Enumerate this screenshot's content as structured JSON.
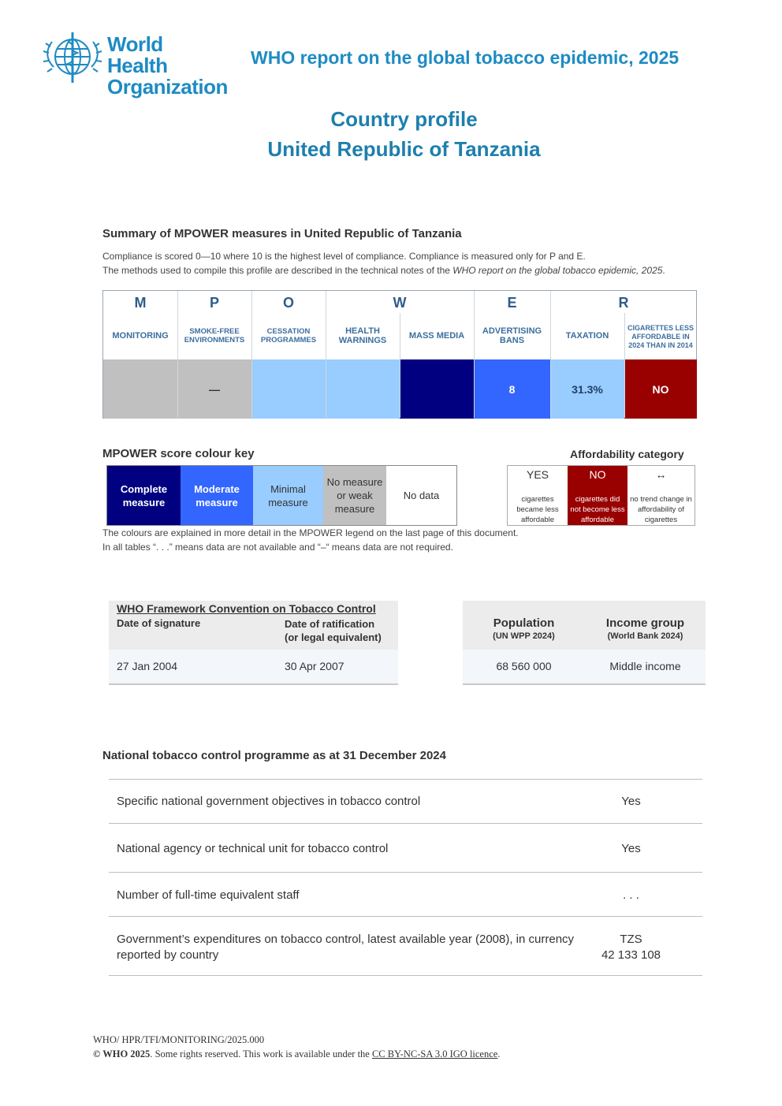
{
  "header": {
    "logo_text_line1": "World Health",
    "logo_text_line2": "Organization",
    "report_title": "WHO report on the global tobacco epidemic, 2025",
    "page_title_line1": "Country profile",
    "page_title_line2": "United Republic of Tanzania"
  },
  "summary": {
    "heading": "Summary of MPOWER measures in United Republic of Tanzania",
    "note_line1": "Compliance is scored 0—10 where 10 is the highest level of compliance. Compliance is measured only for P and E.",
    "note_line2_prefix": "The methods used to compile this profile are described in the technical notes of the ",
    "note_line2_italic": "WHO report on the global tobacco epidemic, 2025",
    "note_line2_suffix": ".",
    "letters": [
      "M",
      "P",
      "O",
      "W",
      "E",
      "R"
    ],
    "columns": [
      {
        "label": "MONITORING",
        "value": "",
        "color": "#c0c0c0",
        "text_color": "#333333"
      },
      {
        "label": "SMOKE-FREE ENVIRONMENTS",
        "value": "—",
        "color": "#c0c0c0",
        "text_color": "#333333"
      },
      {
        "label": "CESSATION PROGRAMMES",
        "value": "",
        "color": "#99ccff",
        "text_color": "#333333"
      },
      {
        "label": "HEALTH WARNINGS",
        "value": "",
        "color": "#99ccff",
        "text_color": "#333333"
      },
      {
        "label": "MASS MEDIA",
        "value": "",
        "color": "#000080",
        "text_color": "#ffffff"
      },
      {
        "label": "ADVERTISING BANS",
        "value": "8",
        "color": "#3366ff",
        "text_color": "#ffffff"
      },
      {
        "label": "TAXATION",
        "value": "31.3%",
        "color": "#99ccff",
        "text_color": "#1f3f66"
      },
      {
        "label": "CIGARETTES LESS AFFORDABLE IN 2024 THAN IN 2014",
        "value": "NO",
        "color": "#990000",
        "text_color": "#ffffff"
      }
    ]
  },
  "colour_key": {
    "heading": "MPOWER score colour key",
    "items": [
      {
        "label": "Complete measure",
        "color": "#000080",
        "text_color": "#ffffff"
      },
      {
        "label": "Moderate measure",
        "color": "#3366ff",
        "text_color": "#ffffff"
      },
      {
        "label": "Minimal measure",
        "color": "#99ccff",
        "text_color": "#333333"
      },
      {
        "label": "No measure or weak measure",
        "color": "#c0c0c0",
        "text_color": "#333333"
      },
      {
        "label": "No data",
        "color": "#ffffff",
        "text_color": "#333333"
      }
    ],
    "note_line1": "The colours are explained in more detail in the MPOWER legend on the last page of this document.",
    "note_line2": "In all tables “. . .” means data are not available and “–“ means data are not required."
  },
  "affordability": {
    "heading": "Affordability category",
    "items": [
      {
        "symbol": "YES",
        "desc": "cigarettes became less affordable",
        "color": "#ffffff",
        "text_color": "#333333"
      },
      {
        "symbol": "NO",
        "desc": "cigarettes did not become less affordable",
        "color": "#990000",
        "text_color": "#ffffff"
      },
      {
        "symbol": "↔",
        "desc": "no trend change in affordability of cigarettes",
        "color": "#ffffff",
        "text_color": "#333333"
      }
    ]
  },
  "fctc": {
    "title": "WHO Framework Convention on Tobacco Control",
    "col1_header": "Date of signature",
    "col2_header_line1": "Date of ratification",
    "col2_header_line2": "(or legal equivalent)",
    "signature_date": "27 Jan 2004",
    "ratification_date": "30 Apr 2007"
  },
  "population": {
    "pop_header": "Population",
    "pop_source": "(UN WPP 2024)",
    "income_header": "Income group",
    "income_source": "(World Bank 2024)",
    "pop_value": "68 560 000",
    "income_value": "Middle income"
  },
  "national_programme": {
    "heading": "National tobacco control programme as at 31 December 2024",
    "rows": [
      {
        "question": "Specific national government objectives in tobacco control",
        "value": "Yes"
      },
      {
        "question": "National agency or technical unit for tobacco control",
        "value": "Yes"
      },
      {
        "question": "Number of full-time equivalent staff",
        "value": ". . ."
      },
      {
        "question_line1": "Government’s expenditures on tobacco control, latest available year (2008), in currency",
        "question_line2": "reported by country",
        "value_line1": "TZS",
        "value_line2": "42 133 108"
      }
    ]
  },
  "footer": {
    "code": "WHO/ HPR/TFI/MONITORING/2025.000",
    "copyright_bold": "© WHO 2025",
    "copyright_text": ". Some rights reserved. This work is available under the ",
    "licence_link": "CC BY-NC-SA 3.0 IGO licence",
    "end": "."
  }
}
